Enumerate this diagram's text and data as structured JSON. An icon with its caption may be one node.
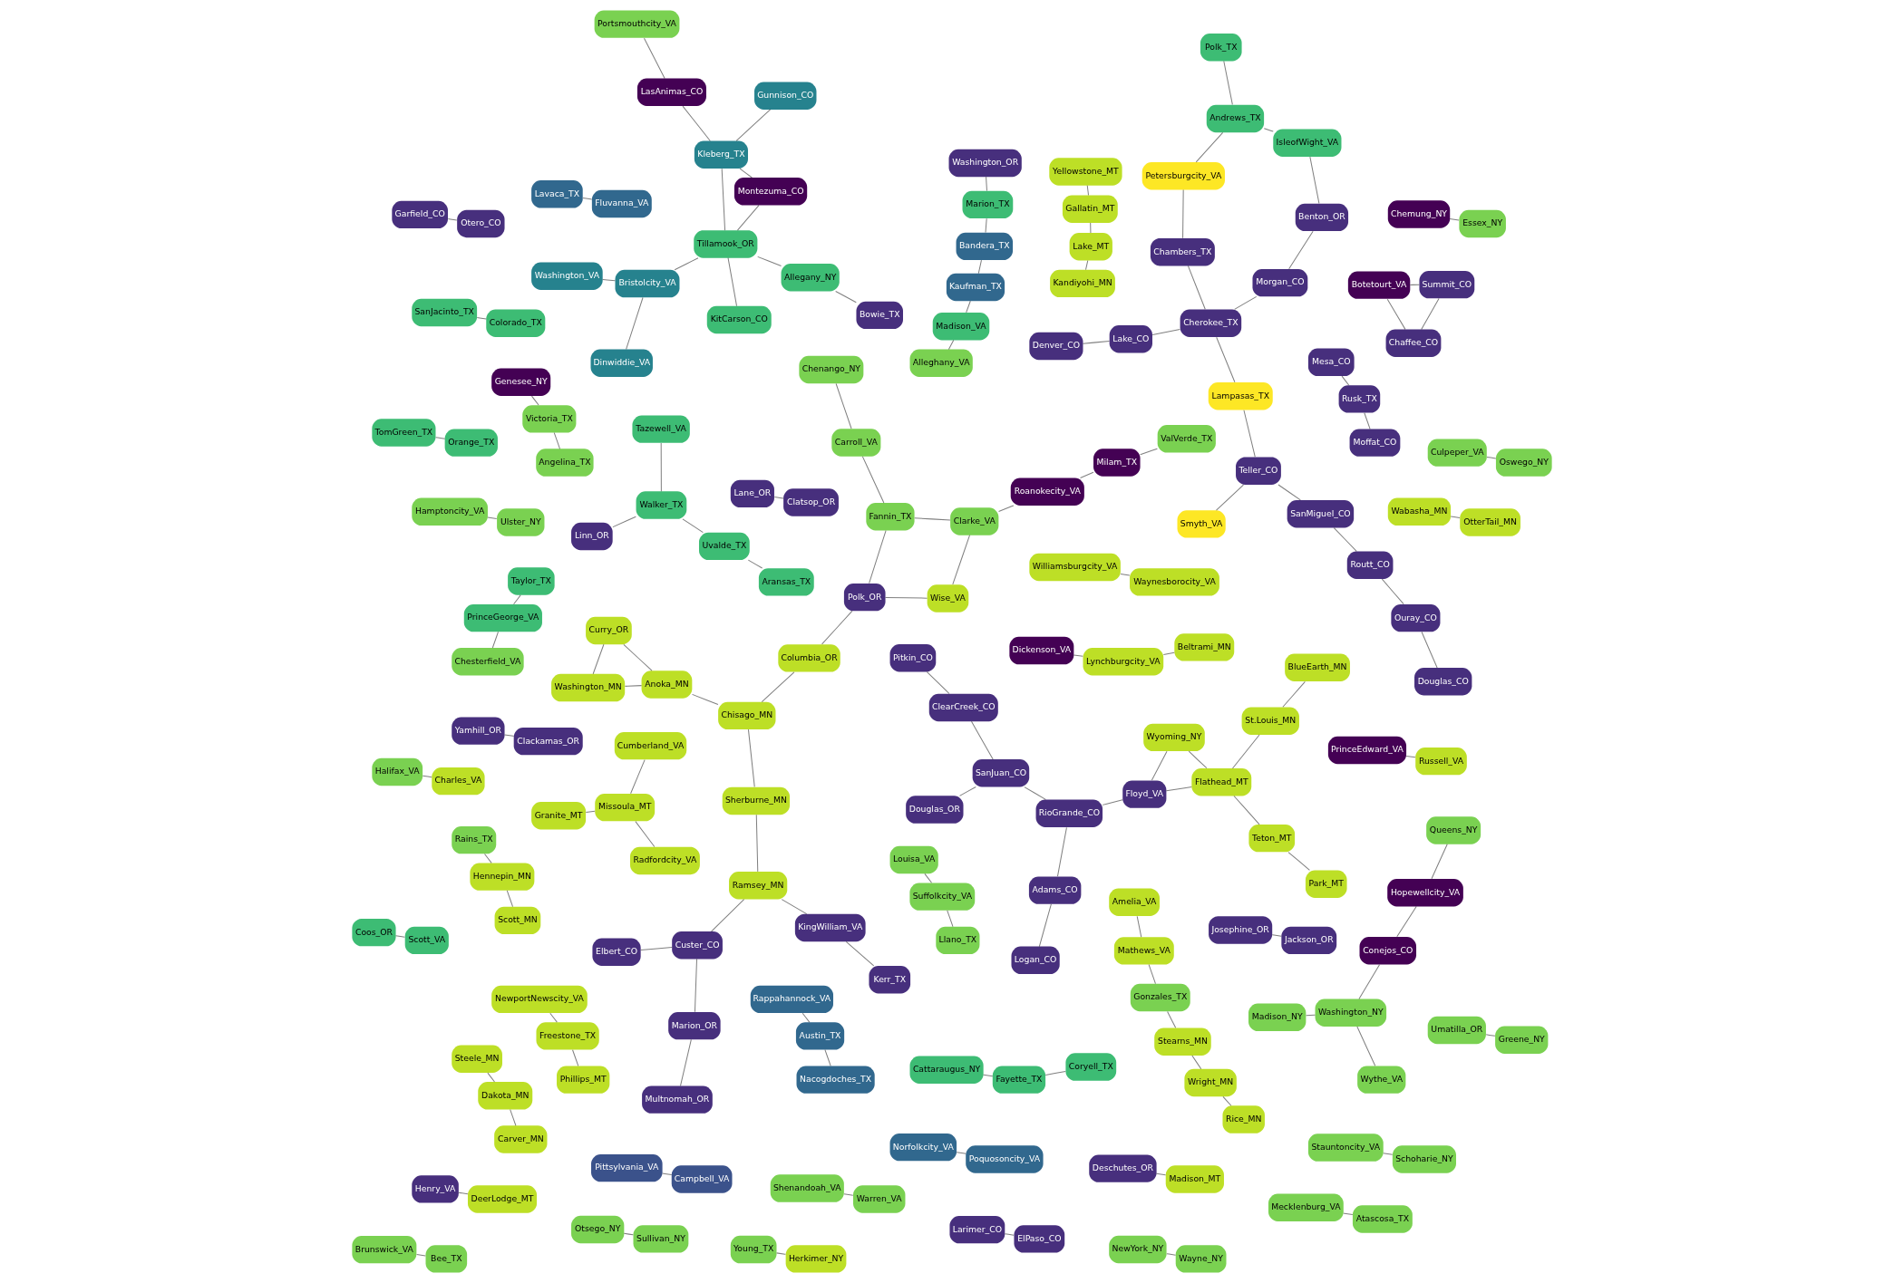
{
  "diagram": {
    "nodes": [
      {
        "text": [
          "Roanokecity_VA"
        ]
      },
      {
        "text": [
          "Milam_TX"
        ]
      },
      {
        "text": [
          "LasAnimas_CO"
        ]
      },
      {
        "text": [
          "Genesee_NY"
        ]
      },
      {
        "text": [
          "Montezuma_CO"
        ]
      },
      {
        "text": [
          "Conejos_CO"
        ]
      },
      {
        "text": [
          "Hopewellcity_VA"
        ]
      },
      {
        "text": [
          "Dickenson_VA"
        ]
      },
      {
        "text": [
          "PrinceEdward_VA"
        ]
      },
      {
        "text": [
          "Botetourt_VA"
        ]
      },
      {
        "text": [
          "Chemung_NY"
        ]
      },
      {
        "text": [
          "Elbert_CO"
        ]
      },
      {
        "text": [
          "Polk_OR"
        ]
      },
      {
        "text": [
          "Kerr_TX"
        ]
      },
      {
        "text": [
          "KingWilliam_VA"
        ]
      },
      {
        "text": [
          "Washington_OR"
        ]
      },
      {
        "text": [
          "Custer_CO"
        ]
      },
      {
        "text": [
          "Marion_OR"
        ]
      },
      {
        "text": [
          "Multnomah_OR"
        ]
      },
      {
        "text": [
          "Josephine_OR"
        ]
      },
      {
        "text": [
          "Jackson_OR"
        ]
      },
      {
        "text": [
          "Lane_OR"
        ]
      },
      {
        "text": [
          "Clatsop_OR"
        ]
      },
      {
        "text": [
          "Yamhill_OR"
        ]
      },
      {
        "text": [
          "Clackamas_OR"
        ]
      },
      {
        "text": [
          "Henry_VA"
        ]
      },
      {
        "text": [
          "Deschutes_OR"
        ]
      },
      {
        "text": [
          "Douglas_OR"
        ]
      },
      {
        "text": [
          "Bowie_TX"
        ]
      },
      {
        "text": [
          "Linn_OR"
        ]
      },
      {
        "text": [
          "Summit_CO"
        ]
      },
      {
        "text": [
          "Chaffee_CO"
        ]
      },
      {
        "text": [
          "Benton_OR"
        ]
      },
      {
        "text": [
          "Morgan_CO"
        ]
      },
      {
        "text": [
          "Chambers_TX"
        ]
      },
      {
        "text": [
          "Cherokee_TX"
        ]
      },
      {
        "text": [
          "SanJuan_CO"
        ]
      },
      {
        "text": [
          "Lake_CO"
        ]
      },
      {
        "text": [
          "ClearCreek_CO"
        ]
      },
      {
        "text": [
          "Pitkin_CO"
        ]
      },
      {
        "text": [
          "Denver_CO"
        ]
      },
      {
        "text": [
          "RioGrande_CO"
        ]
      },
      {
        "text": [
          "Garfield_CO"
        ]
      },
      {
        "text": [
          "Otero_CO"
        ]
      },
      {
        "text": [
          "Mesa_CO"
        ]
      },
      {
        "text": [
          "Rusk_TX"
        ]
      },
      {
        "text": [
          "Moffat_CO"
        ]
      },
      {
        "text": [
          "Larimer_CO"
        ]
      },
      {
        "text": [
          "ElPaso_CO"
        ]
      },
      {
        "text": [
          "Teller_CO"
        ]
      },
      {
        "text": [
          "Ouray_CO"
        ]
      },
      {
        "text": [
          "SanMiguel_CO"
        ]
      },
      {
        "text": [
          "Routt_CO"
        ]
      },
      {
        "text": [
          "Floyd_VA"
        ]
      },
      {
        "text": [
          "Logan_CO"
        ]
      },
      {
        "text": [
          "Douglas_CO"
        ]
      },
      {
        "text": [
          "Adams_CO"
        ]
      },
      {
        "text": [
          "Pittsylvania_VA"
        ]
      },
      {
        "text": [
          "Campbell_VA"
        ]
      },
      {
        "text": [
          "Bandera_TX"
        ]
      },
      {
        "text": [
          "Kaufman_TX"
        ]
      },
      {
        "text": [
          "Norfolkcity_VA"
        ]
      },
      {
        "text": [
          "Poquosoncity_VA"
        ]
      },
      {
        "text": [
          "Rappahannock_VA"
        ]
      },
      {
        "text": [
          "Austin_TX"
        ]
      },
      {
        "text": [
          "Lavaca_TX"
        ]
      },
      {
        "text": [
          "Nacogdoches_TX"
        ]
      },
      {
        "text": [
          "Fluvanna_VA"
        ]
      },
      {
        "text": [
          "Kleberg_TX"
        ]
      },
      {
        "text": [
          "Gunnison_CO"
        ]
      },
      {
        "text": [
          "Washington_VA"
        ]
      },
      {
        "text": [
          "Dinwiddie_VA"
        ]
      },
      {
        "text": [
          "Bristolcity_VA"
        ]
      },
      {
        "text": [
          "Tillamook_OR"
        ]
      },
      {
        "text": [
          "Allegany_NY"
        ]
      },
      {
        "text": [
          "KitCarson_CO"
        ]
      },
      {
        "text": [
          "Marion_TX"
        ]
      },
      {
        "text": [
          "TomGreen_TX"
        ]
      },
      {
        "text": [
          "Cattaraugus_NY"
        ]
      },
      {
        "text": [
          "Coryell_TX"
        ]
      },
      {
        "text": [
          "Fayette_TX"
        ]
      },
      {
        "text": [
          "Coos_OR"
        ]
      },
      {
        "text": [
          "Orange_TX"
        ]
      },
      {
        "text": [
          "SanJacinto_TX"
        ]
      },
      {
        "text": [
          "Colorado_TX"
        ]
      },
      {
        "text": [
          "Aransas_TX"
        ]
      },
      {
        "text": [
          "Uvalde_TX"
        ]
      },
      {
        "text": [
          "Tazewell_VA"
        ]
      },
      {
        "text": [
          "Polk_TX"
        ]
      },
      {
        "text": [
          "IsleofWight_VA"
        ]
      },
      {
        "text": [
          "Walker_TX"
        ]
      },
      {
        "text": [
          "Andrews_TX"
        ]
      },
      {
        "text": [
          "Madison_VA"
        ]
      },
      {
        "text": [
          "Scott_VA"
        ]
      },
      {
        "text": [
          "PrinceGeorge_VA"
        ]
      },
      {
        "text": [
          "Taylor_TX"
        ]
      },
      {
        "text": [
          "Portsmouthcity_VA"
        ]
      },
      {
        "text": [
          "ValVerde_TX"
        ]
      },
      {
        "text": [
          "Carroll_VA"
        ]
      },
      {
        "text": [
          "Chenango_NY"
        ]
      },
      {
        "text": [
          "Hamptoncity_VA"
        ]
      },
      {
        "text": [
          "Ulster_NY"
        ]
      },
      {
        "text": [
          "Clarke_VA"
        ]
      },
      {
        "text": [
          "Fannin_TX"
        ]
      },
      {
        "text": [
          "Shenandoah_VA"
        ]
      },
      {
        "text": [
          "Warren_VA"
        ]
      },
      {
        "text": [
          "Victoria_TX"
        ]
      },
      {
        "text": [
          "Angelina_TX"
        ]
      },
      {
        "text": [
          "Mecklenburg_VA"
        ]
      },
      {
        "text": [
          "Halifax_VA"
        ]
      },
      {
        "text": [
          "Atascosa_TX"
        ]
      },
      {
        "text": [
          "Otsego_NY"
        ]
      },
      {
        "text": [
          "Sullivan_NY"
        ]
      },
      {
        "text": [
          "NewYork_NY"
        ]
      },
      {
        "text": [
          "Wayne_NY"
        ]
      },
      {
        "text": [
          "Washington_NY"
        ]
      },
      {
        "text": [
          "Madison_NY"
        ]
      },
      {
        "text": [
          "Essex_NY"
        ]
      },
      {
        "text": [
          "Wythe_VA"
        ]
      },
      {
        "text": [
          "Umatilla_OR"
        ]
      },
      {
        "text": [
          "Greene_NY"
        ]
      },
      {
        "text": [
          "Queens_NY"
        ]
      },
      {
        "text": [
          "Culpeper_VA"
        ]
      },
      {
        "text": [
          "Oswego_NY"
        ]
      },
      {
        "text": [
          "Alleghany_VA"
        ]
      },
      {
        "text": [
          "Chesterfield_VA"
        ]
      },
      {
        "text": [
          "Stauntoncity_VA"
        ]
      },
      {
        "text": [
          "Schoharie_NY"
        ]
      },
      {
        "text": [
          "Louisa_VA"
        ]
      },
      {
        "text": [
          "Suffolkcity_VA"
        ]
      },
      {
        "text": [
          "Llano_TX"
        ]
      },
      {
        "text": [
          "Brunswick_VA"
        ]
      },
      {
        "text": [
          "Bee_TX"
        ]
      },
      {
        "text": [
          "Young_TX"
        ]
      },
      {
        "text": [
          "Gonzales_TX"
        ]
      },
      {
        "text": [
          "Rains_TX"
        ]
      },
      {
        "text": [
          "Wise_VA"
        ]
      },
      {
        "text": [
          "Charles_VA"
        ]
      },
      {
        "text": [
          "Ramsey_MN"
        ]
      },
      {
        "text": [
          "Columbia_OR"
        ]
      },
      {
        "text": [
          "Curry_OR"
        ]
      },
      {
        "text": [
          "Chisago_MN"
        ]
      },
      {
        "text": [
          "Sherburne_MN"
        ]
      },
      {
        "text": [
          "Hennepin_MN"
        ]
      },
      {
        "text": [
          "Anoka_MN"
        ]
      },
      {
        "text": [
          "Steele_MN"
        ]
      },
      {
        "text": [
          "Washington_MN"
        ]
      },
      {
        "text": [
          "Scott_MN"
        ]
      },
      {
        "text": [
          "Dakota_MN"
        ]
      },
      {
        "text": [
          "Williamsburgcity_VA"
        ]
      },
      {
        "text": [
          "Waynesborocity_VA"
        ]
      },
      {
        "text": [
          "Carver_MN"
        ]
      },
      {
        "text": [
          "Wabasha_MN"
        ]
      },
      {
        "text": [
          "OtterTail_MN"
        ]
      },
      {
        "text": [
          "Rice_MN"
        ]
      },
      {
        "text": [
          "Wright_MN"
        ]
      },
      {
        "text": [
          "DeerLodge_MT"
        ]
      },
      {
        "text": [
          "Mathews_VA"
        ]
      },
      {
        "text": [
          "Herkimer_NY"
        ]
      },
      {
        "text": [
          "NewportNewscity_VA"
        ]
      },
      {
        "text": [
          "Beltrami_MN"
        ]
      },
      {
        "text": [
          "Lynchburgcity_VA"
        ]
      },
      {
        "text": [
          "Madison_MT"
        ]
      },
      {
        "text": [
          "Freestone_TX"
        ]
      },
      {
        "text": [
          "Phillips_MT"
        ]
      },
      {
        "text": [
          "Kandiyohi_MN"
        ]
      },
      {
        "text": [
          "Russell_VA"
        ]
      },
      {
        "text": [
          "Park_MT"
        ]
      },
      {
        "text": [
          "Lake_MT"
        ]
      },
      {
        "text": [
          "Gallatin_MT"
        ]
      },
      {
        "text": [
          "Yellowstone_MT"
        ]
      },
      {
        "text": [
          "Granite_MT"
        ]
      },
      {
        "text": [
          "Missoula_MT"
        ]
      },
      {
        "text": [
          "Flathead_MT"
        ]
      },
      {
        "text": [
          "Teton_MT"
        ]
      },
      {
        "text": [
          "Wyoming_NY"
        ]
      },
      {
        "text": [
          "Radfordcity_VA"
        ]
      },
      {
        "text": [
          "Stearns_MN"
        ]
      },
      {
        "text": [
          "BlueEarth_MN"
        ]
      },
      {
        "text": [
          "Amelia_VA"
        ]
      },
      {
        "text": [
          "St.Louis_MN"
        ]
      },
      {
        "text": [
          "Cumberland_VA"
        ]
      },
      {
        "text": [
          "Petersburgcity_VA"
        ]
      },
      {
        "text": [
          "Lampasas_TX"
        ]
      },
      {
        "text": [
          "Smyth_VA"
        ]
      }
    ],
    "edges": [
      {
        "from": 68,
        "to": 69,
        "arrow": "none"
      },
      {
        "from": 68,
        "to": 2,
        "arrow": "none"
      },
      {
        "from": 68,
        "to": 4,
        "arrow": "none"
      },
      {
        "from": 68,
        "to": 73,
        "arrow": "none"
      },
      {
        "from": 4,
        "to": 73,
        "arrow": "none"
      },
      {
        "from": 57,
        "to": 58,
        "arrow": "none"
      },
      {
        "from": 11,
        "to": 16,
        "arrow": "none"
      },
      {
        "from": 13,
        "to": 14,
        "arrow": "none"
      },
      {
        "from": 12,
        "to": 139,
        "arrow": "none"
      },
      {
        "from": 12,
        "to": 103,
        "arrow": "none"
      },
      {
        "from": 12,
        "to": 136,
        "arrow": "none"
      },
      {
        "from": 139,
        "to": 141,
        "arrow": "none"
      },
      {
        "from": 140,
        "to": 144,
        "arrow": "none"
      },
      {
        "from": 140,
        "to": 146,
        "arrow": "none"
      },
      {
        "from": 52,
        "to": 50,
        "arrow": "none"
      },
      {
        "from": 52,
        "to": 51,
        "arrow": "none"
      },
      {
        "from": 183,
        "to": 49,
        "arrow": "none"
      },
      {
        "from": 183,
        "to": 35,
        "arrow": "none"
      },
      {
        "from": 179,
        "to": 157,
        "arrow": "none"
      },
      {
        "from": 180,
        "to": 178,
        "arrow": "none"
      },
      {
        "from": 180,
        "to": 173,
        "arrow": "none"
      },
      {
        "from": 177,
        "to": 134,
        "arrow": "none"
      },
      {
        "from": 177,
        "to": 155,
        "arrow": "none"
      },
      {
        "from": 53,
        "to": 41,
        "arrow": "none"
      },
      {
        "from": 53,
        "to": 175,
        "arrow": "none"
      },
      {
        "from": 53,
        "to": 173,
        "arrow": "none"
      },
      {
        "from": 70,
        "to": 72,
        "arrow": "none"
      },
      {
        "from": 28,
        "to": 74,
        "arrow": "none"
      },
      {
        "from": 72,
        "to": 73,
        "arrow": "none"
      },
      {
        "from": 74,
        "to": 73,
        "arrow": "none"
      },
      {
        "from": 75,
        "to": 73,
        "arrow": "none"
      },
      {
        "from": 71,
        "to": 72,
        "arrow": "none"
      },
      {
        "from": 90,
        "to": 86,
        "arrow": "none"
      },
      {
        "from": 91,
        "to": 88,
        "arrow": "none"
      },
      {
        "from": 90,
        "to": 87,
        "arrow": "none"
      },
      {
        "from": 91,
        "to": 89,
        "arrow": "none"
      },
      {
        "from": 91,
        "to": 182,
        "arrow": "none"
      },
      {
        "from": 90,
        "to": 29,
        "arrow": "none"
      },
      {
        "from": 33,
        "to": 32,
        "arrow": "none"
      },
      {
        "from": 33,
        "to": 35,
        "arrow": "none"
      },
      {
        "from": 32,
        "to": 89,
        "arrow": "none"
      },
      {
        "from": 9,
        "to": 30,
        "arrow": "none"
      },
      {
        "from": 9,
        "to": 31,
        "arrow": "none"
      },
      {
        "from": 27,
        "to": 36,
        "arrow": "none"
      },
      {
        "from": 0,
        "to": 1,
        "arrow": "none"
      },
      {
        "from": 0,
        "to": 102,
        "arrow": "none"
      },
      {
        "from": 1,
        "to": 97,
        "arrow": "none"
      },
      {
        "from": 136,
        "to": 102,
        "arrow": "none"
      },
      {
        "from": 103,
        "to": 102,
        "arrow": "none"
      },
      {
        "from": 103,
        "to": 98,
        "arrow": "none"
      },
      {
        "from": 5,
        "to": 6,
        "arrow": "none"
      },
      {
        "from": 5,
        "to": 115,
        "arrow": "none"
      },
      {
        "from": 138,
        "to": 142,
        "arrow": "none"
      },
      {
        "from": 138,
        "to": 16,
        "arrow": "none"
      },
      {
        "from": 142,
        "to": 141,
        "arrow": "none"
      },
      {
        "from": 141,
        "to": 144,
        "arrow": "none"
      },
      {
        "from": 143,
        "to": 147,
        "arrow": "none"
      },
      {
        "from": 144,
        "to": 146,
        "arrow": "none"
      },
      {
        "from": 145,
        "to": 148,
        "arrow": "none"
      },
      {
        "from": 151,
        "to": 148,
        "arrow": "none"
      },
      {
        "from": 152,
        "to": 153,
        "arrow": "none"
      },
      {
        "from": 154,
        "to": 155,
        "arrow": "none"
      },
      {
        "from": 149,
        "to": 150,
        "arrow": "none"
      },
      {
        "from": 143,
        "to": 135,
        "arrow": "none"
      },
      {
        "from": 7,
        "to": 161,
        "arrow": "none"
      },
      {
        "from": 19,
        "to": 20,
        "arrow": "none"
      },
      {
        "from": 21,
        "to": 22,
        "arrow": "none"
      },
      {
        "from": 23,
        "to": 24,
        "arrow": "none"
      },
      {
        "from": 18,
        "to": 17,
        "arrow": "none"
      },
      {
        "from": 17,
        "to": 16,
        "arrow": "none"
      },
      {
        "from": 158,
        "to": 133,
        "arrow": "none"
      },
      {
        "from": 157,
        "to": 134,
        "arrow": "none"
      },
      {
        "from": 156,
        "to": 25,
        "arrow": "none"
      },
      {
        "from": 8,
        "to": 166,
        "arrow": "none"
      },
      {
        "from": 167,
        "to": 174,
        "arrow": "none"
      },
      {
        "from": 168,
        "to": 169,
        "arrow": "none"
      },
      {
        "from": 169,
        "to": 170,
        "arrow": "none"
      },
      {
        "from": 173,
        "to": 174,
        "arrow": "none"
      },
      {
        "from": 175,
        "to": 173,
        "arrow": "none"
      },
      {
        "from": 172,
        "to": 171,
        "arrow": "none"
      },
      {
        "from": 176,
        "to": 172,
        "arrow": "none"
      },
      {
        "from": 163,
        "to": 159,
        "arrow": "none"
      },
      {
        "from": 162,
        "to": 26,
        "arrow": "none"
      },
      {
        "from": 165,
        "to": 168,
        "arrow": "none"
      },
      {
        "from": 164,
        "to": 163,
        "arrow": "none"
      },
      {
        "from": 181,
        "to": 172,
        "arrow": "none"
      },
      {
        "from": 64,
        "to": 63,
        "arrow": "none"
      },
      {
        "from": 65,
        "to": 67,
        "arrow": "none"
      },
      {
        "from": 64,
        "to": 66,
        "arrow": "none"
      },
      {
        "from": 60,
        "to": 92,
        "arrow": "none"
      },
      {
        "from": 61,
        "to": 62,
        "arrow": "none"
      },
      {
        "from": 93,
        "to": 81,
        "arrow": "none"
      },
      {
        "from": 80,
        "to": 79,
        "arrow": "none"
      },
      {
        "from": 82,
        "to": 77,
        "arrow": "none"
      },
      {
        "from": 78,
        "to": 80,
        "arrow": "none"
      },
      {
        "from": 76,
        "to": 59,
        "arrow": "none"
      },
      {
        "from": 59,
        "to": 60,
        "arrow": "none"
      },
      {
        "from": 94,
        "to": 95,
        "arrow": "none"
      },
      {
        "from": 15,
        "to": 76,
        "arrow": "none"
      },
      {
        "from": 83,
        "to": 84,
        "arrow": "none"
      },
      {
        "from": 85,
        "to": 86,
        "arrow": "none"
      },
      {
        "from": 108,
        "to": 110,
        "arrow": "none"
      },
      {
        "from": 109,
        "to": 137,
        "arrow": "none"
      },
      {
        "from": 3,
        "to": 106,
        "arrow": "none"
      },
      {
        "from": 105,
        "to": 104,
        "arrow": "none"
      },
      {
        "from": 100,
        "to": 101,
        "arrow": "none"
      },
      {
        "from": 98,
        "to": 99,
        "arrow": "none"
      },
      {
        "from": 111,
        "to": 112,
        "arrow": "none"
      },
      {
        "from": 113,
        "to": 114,
        "arrow": "none"
      },
      {
        "from": 115,
        "to": 116,
        "arrow": "none"
      },
      {
        "from": 117,
        "to": 10,
        "arrow": "none"
      },
      {
        "from": 119,
        "to": 120,
        "arrow": "none"
      },
      {
        "from": 121,
        "to": 6,
        "arrow": "none"
      },
      {
        "from": 122,
        "to": 123,
        "arrow": "none"
      },
      {
        "from": 124,
        "to": 92,
        "arrow": "none"
      },
      {
        "from": 125,
        "to": 94,
        "arrow": "none"
      },
      {
        "from": 126,
        "to": 127,
        "arrow": "none"
      },
      {
        "from": 128,
        "to": 129,
        "arrow": "none"
      },
      {
        "from": 130,
        "to": 129,
        "arrow": "none"
      },
      {
        "from": 131,
        "to": 132,
        "arrow": "none"
      },
      {
        "from": 160,
        "to": 161,
        "arrow": "none"
      },
      {
        "from": 118,
        "to": 115,
        "arrow": "none"
      },
      {
        "from": 107,
        "to": 106,
        "arrow": "none"
      },
      {
        "from": 35,
        "to": 34,
        "arrow": "none"
      },
      {
        "from": 34,
        "to": 182,
        "arrow": "none"
      },
      {
        "from": 36,
        "to": 38,
        "arrow": "none"
      },
      {
        "from": 37,
        "to": 40,
        "arrow": "none"
      },
      {
        "from": 39,
        "to": 38,
        "arrow": "none"
      },
      {
        "from": 42,
        "to": 43,
        "arrow": "none"
      },
      {
        "from": 44,
        "to": 45,
        "arrow": "none"
      },
      {
        "from": 46,
        "to": 45,
        "arrow": "none"
      },
      {
        "from": 48,
        "to": 47,
        "arrow": "none"
      },
      {
        "from": 49,
        "to": 184,
        "arrow": "none"
      },
      {
        "from": 54,
        "to": 56,
        "arrow": "none"
      },
      {
        "from": 55,
        "to": 50,
        "arrow": "none"
      },
      {
        "from": 51,
        "to": 49,
        "arrow": "none"
      },
      {
        "from": 41,
        "to": 56,
        "arrow": "none"
      },
      {
        "from": 31,
        "to": 30,
        "arrow": "none"
      },
      {
        "from": 96,
        "to": 2,
        "arrow": "none"
      },
      {
        "from": 14,
        "to": 138,
        "arrow": "none"
      },
      {
        "from": 35,
        "to": 37,
        "arrow": "none"
      },
      {
        "from": 36,
        "to": 41,
        "arrow": "none"
      }
    ]
  }
}
